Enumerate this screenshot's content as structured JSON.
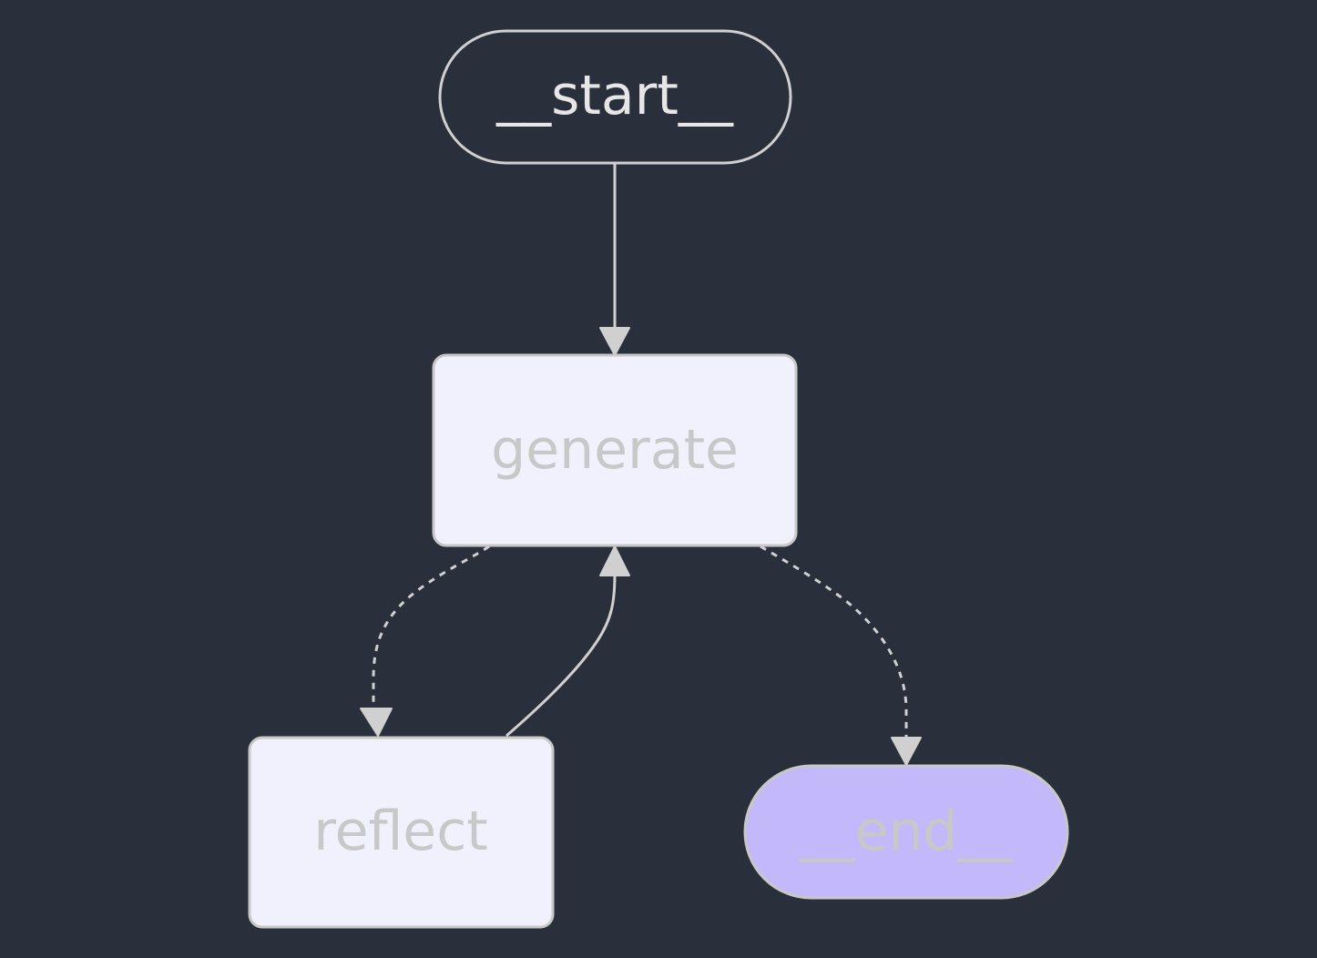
{
  "diagram": {
    "theme": {
      "background": "#2a2f3c",
      "edge_color": "#d0d0d0",
      "node_text_light": "#e6e6e6",
      "node_text_muted": "#c8c8c8",
      "start_fill": "#2a2f3c",
      "start_stroke": "#d0d0d0",
      "task_fill": "#f1f0fd",
      "task_stroke": "#c8c8c8",
      "end_fill": "#c2b8fa",
      "end_stroke": "#c8c8c8"
    },
    "nodes": {
      "start": {
        "label": "__start__",
        "shape": "stadium"
      },
      "generate": {
        "label": "generate",
        "shape": "rounded-rect"
      },
      "reflect": {
        "label": "reflect",
        "shape": "rounded-rect"
      },
      "end": {
        "label": "__end__",
        "shape": "stadium"
      }
    },
    "edges": [
      {
        "from": "__start__",
        "to": "generate",
        "style": "solid"
      },
      {
        "from": "generate",
        "to": "reflect",
        "style": "dashed"
      },
      {
        "from": "reflect",
        "to": "generate",
        "style": "solid"
      },
      {
        "from": "generate",
        "to": "__end__",
        "style": "dashed"
      }
    ]
  }
}
